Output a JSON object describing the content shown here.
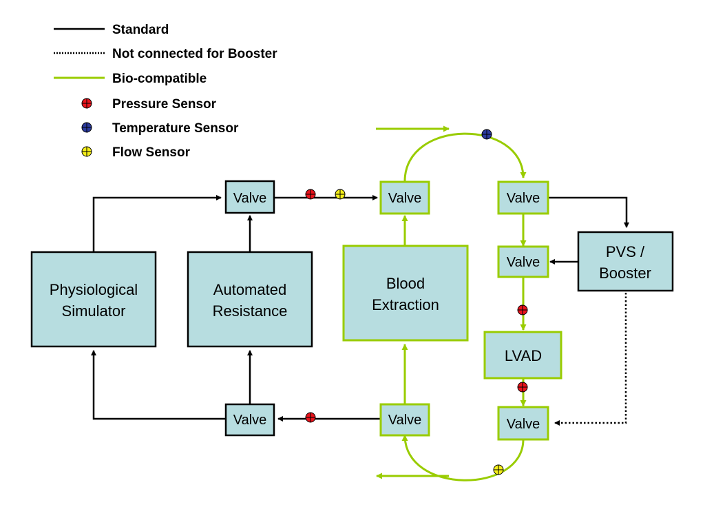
{
  "legend": {
    "standard": "Standard",
    "not_connected": "Not connected for Booster",
    "biocompatible": "Bio-compatible",
    "pressure": "Pressure Sensor",
    "temperature": "Temperature Sensor",
    "flow": "Flow Sensor"
  },
  "blocks": {
    "physiological_l1": "Physiological",
    "physiological_l2": "Simulator",
    "automated_l1": "Automated",
    "automated_l2": "Resistance",
    "blood_l1": "Blood",
    "blood_l2": "Extraction",
    "pvs_l1": "PVS /",
    "pvs_l2": "Booster",
    "lvad": "LVAD"
  },
  "valve_label": "Valve",
  "colors": {
    "box_fill": "#b7dde0",
    "bio_green": "#99cc00",
    "standard": "#000000",
    "pressure": "#e8141c",
    "temperature": "#2b3a9c",
    "flow": "#f4ee1a"
  }
}
